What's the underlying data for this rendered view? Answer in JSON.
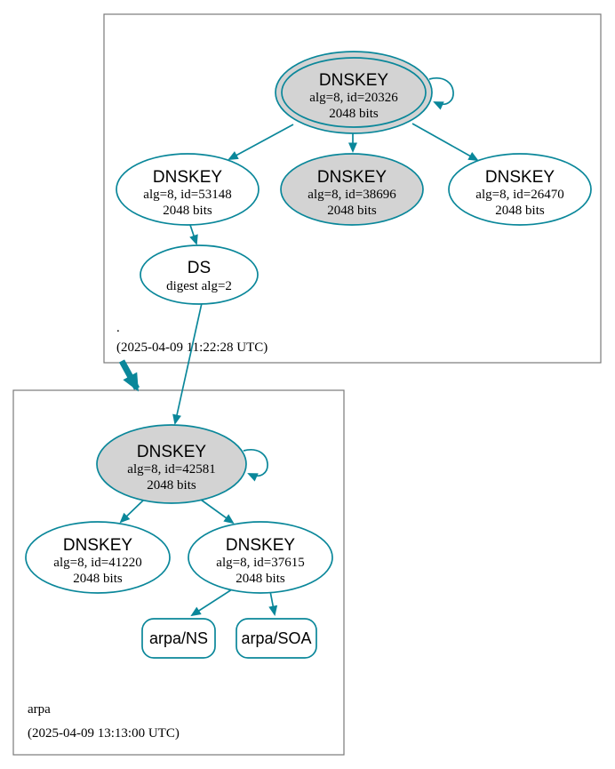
{
  "diagram_type": "dnssec-authentication-chain",
  "colors": {
    "edge_secure": "#0a879a",
    "ksk_fill": "#d3d3d3",
    "node_fill": "#ffffff",
    "cluster_border": "#7a7a7a"
  },
  "zones": {
    "root": {
      "name": ".",
      "timestamp": "(2025-04-09 11:22:28 UTC)",
      "nodes": {
        "k20326": {
          "title": "DNSKEY",
          "params": "alg=8, id=20326",
          "bits": "2048 bits"
        },
        "k53148": {
          "title": "DNSKEY",
          "params": "alg=8, id=53148",
          "bits": "2048 bits"
        },
        "k38696": {
          "title": "DNSKEY",
          "params": "alg=8, id=38696",
          "bits": "2048 bits"
        },
        "k26470": {
          "title": "DNSKEY",
          "params": "alg=8, id=26470",
          "bits": "2048 bits"
        },
        "ds": {
          "title": "DS",
          "params": "digest alg=2"
        }
      }
    },
    "arpa": {
      "name": "arpa",
      "timestamp": "(2025-04-09 13:13:00 UTC)",
      "nodes": {
        "k42581": {
          "title": "DNSKEY",
          "params": "alg=8, id=42581",
          "bits": "2048 bits"
        },
        "k41220": {
          "title": "DNSKEY",
          "params": "alg=8, id=41220",
          "bits": "2048 bits"
        },
        "k37615": {
          "title": "DNSKEY",
          "params": "alg=8, id=37615",
          "bits": "2048 bits"
        },
        "rr_ns": {
          "label": "arpa/NS"
        },
        "rr_soa": {
          "label": "arpa/SOA"
        }
      }
    }
  }
}
